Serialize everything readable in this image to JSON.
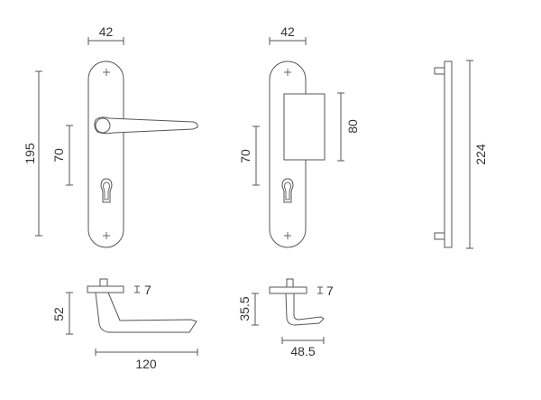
{
  "dimensions": {
    "handle_plate": {
      "width": "42",
      "height": "195",
      "spacing": "70"
    },
    "knob_plate": {
      "width": "42",
      "spacing": "70",
      "block_height": "80"
    },
    "pull_bar": {
      "length": "224"
    },
    "handle_side": {
      "height": "52",
      "projection": "120",
      "thickness": "7"
    },
    "knob_side": {
      "height": "35.5",
      "projection": "48.5",
      "thickness": "7"
    }
  }
}
